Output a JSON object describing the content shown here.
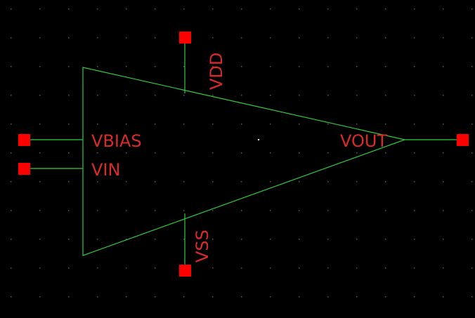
{
  "diagram": {
    "type": "schematic-symbol",
    "shape": "triangle",
    "background_color": "#000000",
    "wire_color": "#2ecc40",
    "pin_color": "#ff0000",
    "label_color": "#d92b2b",
    "pins": {
      "vdd": {
        "label": "VDD"
      },
      "vss": {
        "label": "VSS"
      },
      "vbias": {
        "label": "VBIAS"
      },
      "vin": {
        "label": "VIN"
      },
      "vout": {
        "label": "VOUT"
      }
    }
  }
}
